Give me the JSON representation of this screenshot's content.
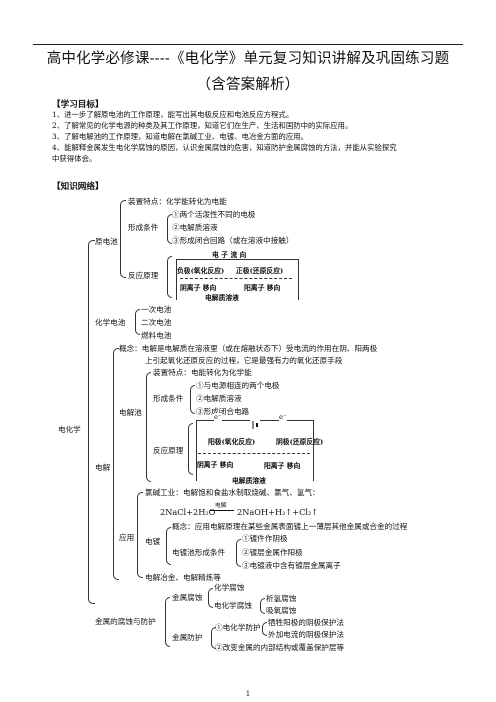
{
  "header": {
    "title_line1": "高中化学必修课----《电化学》单元复习知识讲解及巩固练习题",
    "title_line2": "（含答案解析）"
  },
  "objectives": {
    "heading": "【学习目标】",
    "items": [
      "1、进一步了解原电池的工作原理，能写出其电极反应和电池反应方程式。",
      "2、了解常见的化学电源的种类及其工作原理，知道它们在生产、生活和国防中的实际应用。",
      "3、了解电解池的工作原理，知道电解在氯碱工业、电镀、电冶金方面的应用。",
      "4、能解释金属发生电化学腐蚀的原因，认识金属腐蚀的危害，知道防护金属腐蚀的方法，并能从实验探究",
      "中获得体会。"
    ]
  },
  "network": {
    "heading": "【知识网络】",
    "root": "电化学",
    "yuandianchi": {
      "label": "原电池",
      "zhuangzhi": "装置特点：化学能转化为电能",
      "xingcheng": "形成条件",
      "conditions": [
        "①两个活泼性不同的电极",
        "②电解质溶液",
        "③形成闭合回路（或在溶液中接触）"
      ],
      "fanying": "反应原理",
      "diagram": {
        "top": "电 子 流 向",
        "left": "负极(氧化反应)",
        "right": "正极(还原反应)",
        "mid_left": "阴离子 移向",
        "mid_right": "阳离子 移向",
        "bottom": "电解质溶液"
      }
    },
    "huaxuedianyuan": {
      "label": "化学电池",
      "items": [
        "一次电池",
        "二次电池",
        "燃料电池"
      ]
    },
    "dianjie": {
      "label": "电解",
      "gainian": "概念：电解是电解质在溶液里（或在熔融状态下）受电流的作用在阴、阳两极",
      "gainian2": "上引起氧化还原反应的过程，它是最强有力的氧化还原手段",
      "dianjiechi": "电解池",
      "zhuangzhi": "装置特点：电能转化为化学能",
      "xingcheng": "形成条件",
      "conditions": [
        "①与电源相连的两个电极",
        "②电解质溶液",
        "③形成闭合电路"
      ],
      "fanying": "反应原理",
      "diagram": {
        "e_left": "e⁻",
        "e_right": "e⁻",
        "left": "阳极(氧化反应)",
        "right": "阴极(还原反应)",
        "mid_left": "阴离子 移向",
        "mid_right": "阳离子 移向",
        "bottom": "电解质溶液"
      },
      "yingyong": "应用",
      "lvjian": "氯碱工业：电解饱和食盐水制取烧碱、氯气、氢气：",
      "equation_left": "2NaCl+2H₂O",
      "equation_cond": "电解",
      "equation_right": "2NaOH+H₂↑+Cl₂↑",
      "diandu": "电镀",
      "diandu_gainian": "概念：应用电解原理在某些金属表面镀上一薄层其他金属或合金的过程",
      "diandu_xingcheng": "电镀池形成条件",
      "diandu_conditions": [
        "①镀件作阴极",
        "②镀层金属作阳极",
        "③电镀液中含有镀层金属离子"
      ],
      "yejin": "电解冶金、电解精炼等"
    },
    "fushi": {
      "label": "金属的腐蚀与防护",
      "jinshufushi": "金属腐蚀",
      "huaxue": "化学腐蚀",
      "dianhuaxue": "电化学腐蚀",
      "xiqing": "析氢腐蚀",
      "xiyang": "吸氧腐蚀",
      "fanghu": "金属防护",
      "dianhuaxuefanghu": "①电化学防护",
      "xisheng": "牺牲阳极的阴极保护法",
      "waijia": "外加电流的阴极保护法",
      "gaibian": "②改变金属的内部结构或覆盖保护层等"
    }
  },
  "page_number": "1"
}
